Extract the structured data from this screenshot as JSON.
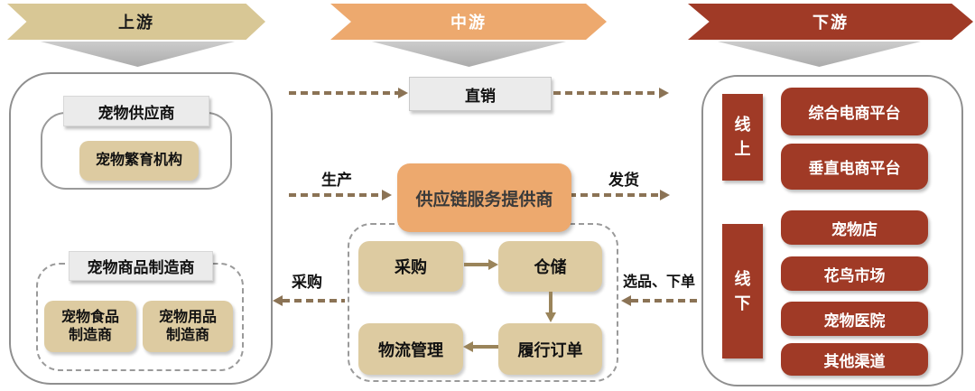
{
  "banners": [
    {
      "label": "上游",
      "color": "#d8c795",
      "text_color": "#1a1a1a"
    },
    {
      "label": "中游",
      "color": "#eda96e",
      "text_color": "#ffffff"
    },
    {
      "label": "下游",
      "color": "#a03a26",
      "text_color": "#ffffff"
    }
  ],
  "upstream": {
    "supplier_group": {
      "header": "宠物供应商",
      "item": "宠物繁育机构"
    },
    "manufacturer_group": {
      "header": "宠物商品制造商",
      "items": [
        "宠物食品\n制造商",
        "宠物用品\n制造商"
      ]
    }
  },
  "midstream": {
    "direct_sales": "直销",
    "provider": "供应链服务提供商",
    "flow": {
      "procurement": "采购",
      "warehousing": "仓储",
      "logistics": "物流管理",
      "fulfillment": "履行订单"
    },
    "labels": {
      "production": "生产",
      "shipping": "发货",
      "procure": "采购",
      "select_order": "选品、下单"
    }
  },
  "downstream": {
    "online": {
      "tag": "线\n上",
      "channels": [
        "综合电商平台",
        "垂直电商平台"
      ]
    },
    "offline": {
      "tag": "线\n下",
      "channels": [
        "宠物店",
        "花鸟市场",
        "宠物医院",
        "其他渠道"
      ]
    }
  },
  "colors": {
    "tan_banner": "#d8c795",
    "orange": "#eda96e",
    "dark_red": "#a03a26",
    "box_tan": "#ddcba1",
    "gray_box": "#ebebeb",
    "arrow_brown": "#8b7355"
  }
}
